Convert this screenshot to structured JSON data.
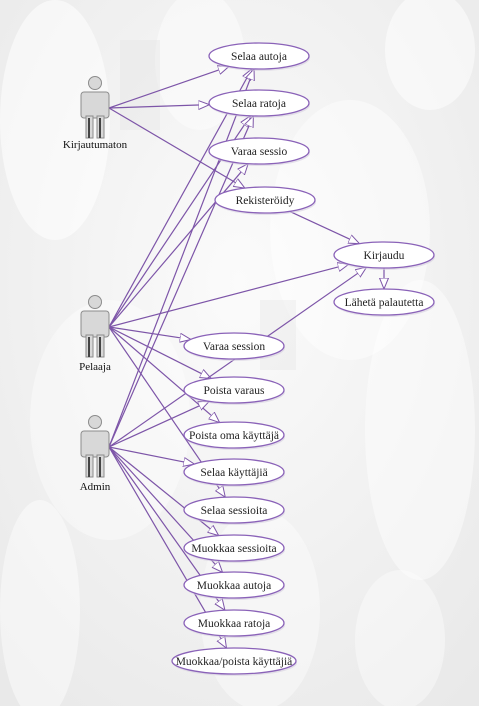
{
  "actors": [
    {
      "id": "kirjautumaton",
      "label": "Kirjautumaton"
    },
    {
      "id": "pelaaja",
      "label": "Pelaaja"
    },
    {
      "id": "admin",
      "label": "Admin"
    }
  ],
  "use_cases": [
    {
      "id": "selaa-autoja",
      "label": "Selaa autoja"
    },
    {
      "id": "selaa-ratoja",
      "label": "Selaa ratoja"
    },
    {
      "id": "varaa-sessio",
      "label": "Varaa sessio"
    },
    {
      "id": "rekisteroidy",
      "label": "Rekisteröidy"
    },
    {
      "id": "kirjaudu",
      "label": "Kirjaudu"
    },
    {
      "id": "laheta-palautetta",
      "label": "Lähetä palautetta"
    },
    {
      "id": "varaa-session",
      "label": "Varaa session"
    },
    {
      "id": "poista-varaus",
      "label": "Poista varaus"
    },
    {
      "id": "poista-oma-kayttaja",
      "label": "Poista oma käyttäjä"
    },
    {
      "id": "selaa-kayttajia",
      "label": "Selaa käyttäjiä"
    },
    {
      "id": "selaa-sessioita",
      "label": "Selaa sessioita"
    },
    {
      "id": "muokkaa-sessioita",
      "label": "Muokkaa sessioita"
    },
    {
      "id": "muokkaa-autoja",
      "label": "Muokkaa autoja"
    },
    {
      "id": "muokkaa-ratoja",
      "label": "Muokkaa ratoja"
    },
    {
      "id": "muokkaa-poista-kayttajia",
      "label": "Muokkaa/poista käyttäjiä"
    }
  ],
  "associations": [
    {
      "from": "kirjautumaton",
      "to": "selaa-autoja"
    },
    {
      "from": "kirjautumaton",
      "to": "selaa-ratoja"
    },
    {
      "from": "kirjautumaton",
      "to": "rekisteroidy"
    },
    {
      "from": "rekisteroidy",
      "to": "kirjaudu"
    },
    {
      "from": "kirjaudu",
      "to": "laheta-palautetta"
    },
    {
      "from": "pelaaja",
      "to": "selaa-autoja"
    },
    {
      "from": "pelaaja",
      "to": "selaa-ratoja"
    },
    {
      "from": "pelaaja",
      "to": "varaa-sessio"
    },
    {
      "from": "pelaaja",
      "to": "kirjaudu"
    },
    {
      "from": "pelaaja",
      "to": "varaa-session"
    },
    {
      "from": "pelaaja",
      "to": "poista-varaus"
    },
    {
      "from": "pelaaja",
      "to": "poista-oma-kayttaja"
    },
    {
      "from": "pelaaja",
      "to": "selaa-sessioita"
    },
    {
      "from": "admin",
      "to": "selaa-autoja"
    },
    {
      "from": "admin",
      "to": "selaa-ratoja"
    },
    {
      "from": "admin",
      "to": "kirjaudu"
    },
    {
      "from": "admin",
      "to": "poista-varaus"
    },
    {
      "from": "admin",
      "to": "selaa-kayttajia"
    },
    {
      "from": "admin",
      "to": "muokkaa-sessioita"
    },
    {
      "from": "admin",
      "to": "muokkaa-autoja"
    },
    {
      "from": "admin",
      "to": "muokkaa-ratoja"
    },
    {
      "from": "admin",
      "to": "muokkaa-poista-kayttajia"
    }
  ],
  "colors": {
    "line": "#7d55a8",
    "ellipse_stroke": "#8a62b8",
    "ellipse_fill": "#ffffff",
    "actor_fill": "#d8d8d8",
    "actor_stroke": "#8c8c8c",
    "background_shape": "#ececec"
  }
}
